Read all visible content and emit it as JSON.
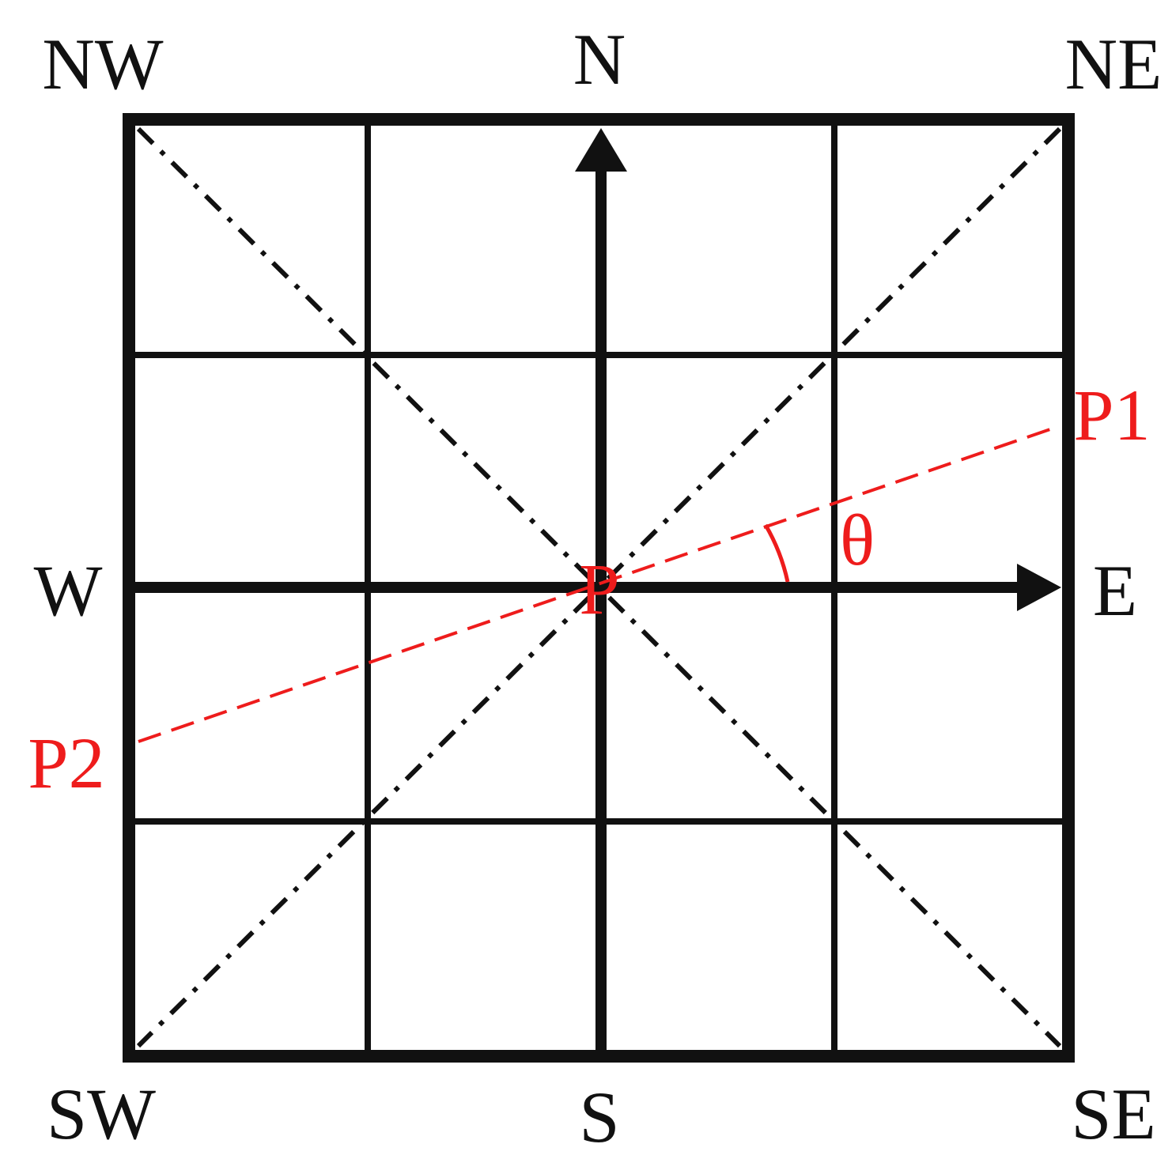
{
  "compass": {
    "nw": "NW",
    "n": "N",
    "ne": "NE",
    "w": "W",
    "e": "E",
    "sw": "SW",
    "s": "S",
    "se": "SE"
  },
  "points": {
    "center": "P",
    "p1": "P1",
    "p2": "P2",
    "angle": "θ"
  },
  "colors": {
    "ink": "#111111",
    "highlight": "#ee1c1c"
  }
}
